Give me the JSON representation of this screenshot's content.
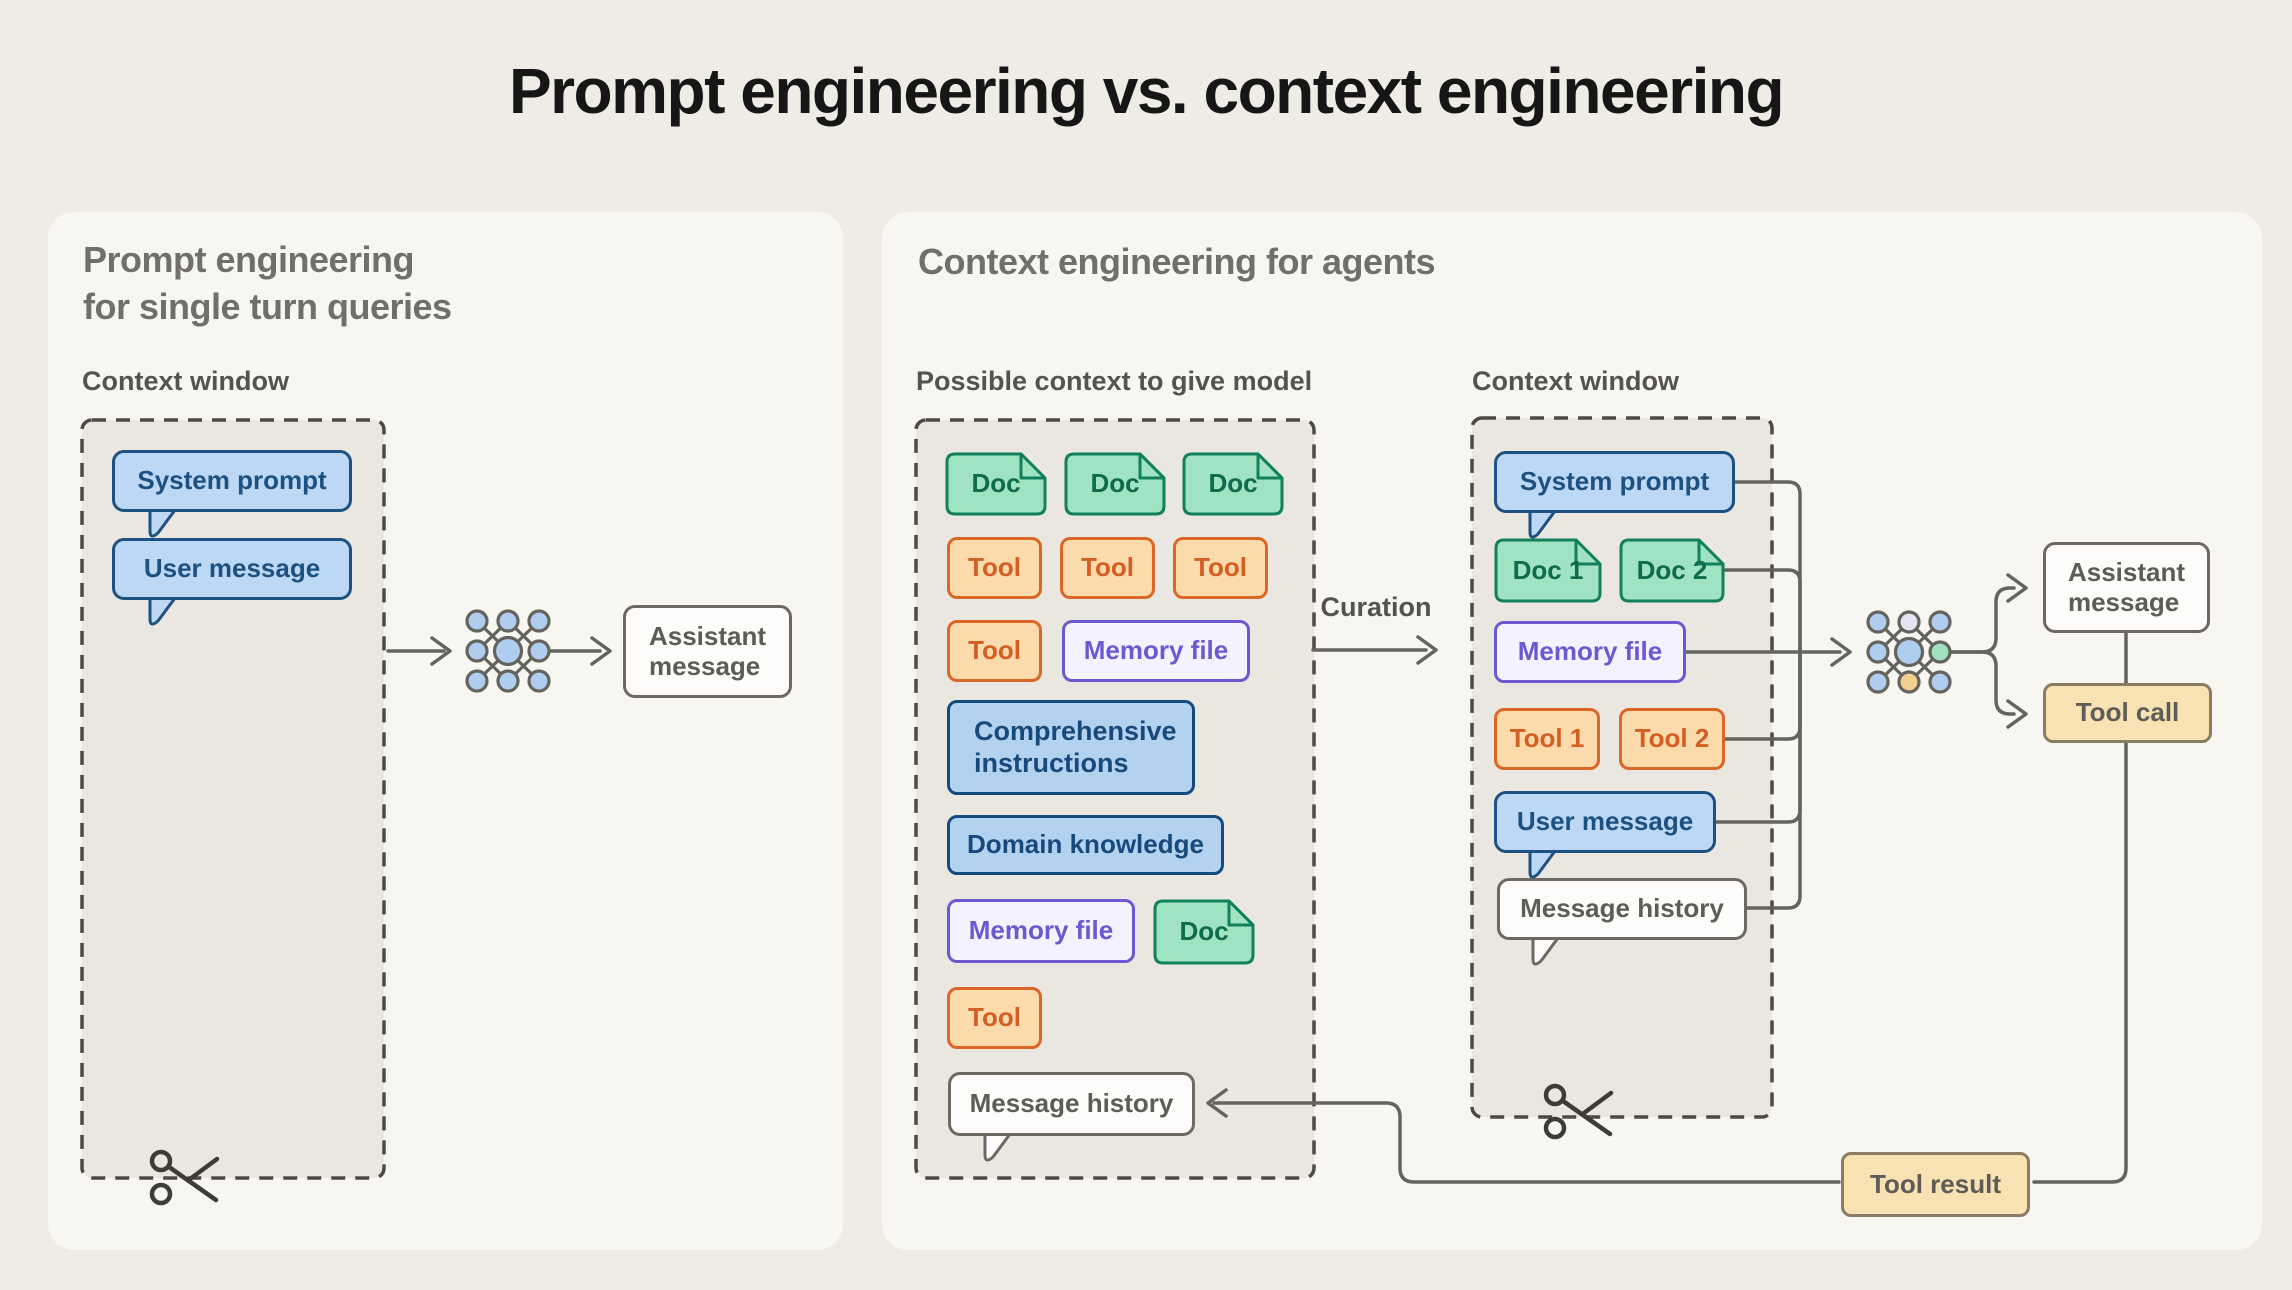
{
  "title": "Prompt engineering vs. context engineering",
  "left_panel": {
    "heading_line1": "Prompt engineering",
    "heading_line2": "for single turn queries",
    "context_window_label": "Context window",
    "system_prompt": "System prompt",
    "user_message": "User message",
    "assistant_message": "Assistant\nmessage"
  },
  "right_panel": {
    "heading": "Context engineering for agents",
    "possible_context_label": "Possible context to give model",
    "context_window_label": "Context window",
    "curation_label": "Curation",
    "possible_context": {
      "docs": [
        "Doc",
        "Doc",
        "Doc"
      ],
      "tools_row": [
        "Tool",
        "Tool",
        "Tool"
      ],
      "tool_single": "Tool",
      "memory_file": "Memory file",
      "comprehensive_instructions": "Comprehensive\ninstructions",
      "domain_knowledge": "Domain knowledge",
      "memory_file_2": "Memory file",
      "doc_single": "Doc",
      "tool_single_2": "Tool",
      "message_history": "Message history"
    },
    "context_window": {
      "system_prompt": "System prompt",
      "doc_1": "Doc 1",
      "doc_2": "Doc 2",
      "memory_file": "Memory file",
      "tool_1": "Tool 1",
      "tool_2": "Tool 2",
      "user_message": "User message",
      "message_history": "Message history"
    },
    "outputs": {
      "assistant_message": "Assistant\nmessage",
      "tool_call": "Tool call",
      "tool_result": "Tool result"
    }
  },
  "icons": {
    "scissors": "scissors-icon",
    "neural_network": "neural-network-icon"
  },
  "neural_net": {
    "left_colors": [
      [
        "blue",
        "blue",
        "blue"
      ],
      [
        "blue",
        "blue",
        "blue"
      ],
      [
        "blue",
        "blue",
        "blue"
      ]
    ],
    "right_colors": [
      [
        "blue",
        "lavender",
        "blue"
      ],
      [
        "blue",
        "blue",
        "green"
      ],
      [
        "blue",
        "orange",
        "blue"
      ]
    ]
  },
  "colors": {
    "background": "#EFECE5",
    "card": "#F8F6F1",
    "dashed_fill": "#EAE7E0",
    "dash_stroke": "#4C4A45",
    "connector": "#65635D",
    "title": "#161616",
    "heading": "#716F69",
    "label": "#55534E",
    "blue_fill": "#BCD8F4",
    "blue_border": "#1D5182",
    "deepblue_fill": "#B2D2F0",
    "deepblue_border": "#174A7C",
    "green_fill": "#9FE3C2",
    "green_border": "#12815B",
    "green_text": "#0E6B4B",
    "orange_fill": "#FBDAAB",
    "orange_border": "#DC6628",
    "orange_text": "#D55F23",
    "purple_fill": "#F4F2FE",
    "purple_border": "#6C59D1",
    "white_fill": "#FDFCFA",
    "neutral_border": "#6B6962",
    "neutral_text": "#5E5C56",
    "tan_fill": "#F8E2B4",
    "tan_border": "#8A7D63",
    "net_blue": "#AFCDEF",
    "net_lavender": "#E4E4F5",
    "net_green": "#9FE0BE",
    "net_orange": "#F2CE8F"
  }
}
